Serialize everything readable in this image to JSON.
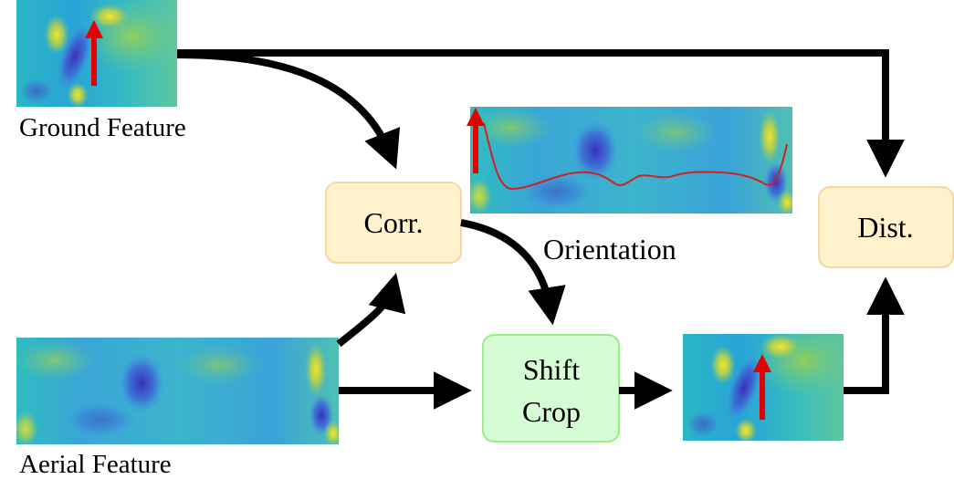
{
  "labels": {
    "ground": "Ground Feature",
    "aerial": "Aerial Feature",
    "orientation": "Orientation"
  },
  "nodes": {
    "corr": "Corr.",
    "shift_line1": "Shift",
    "shift_line2": "Crop",
    "dist": "Dist."
  },
  "colors": {
    "op_fill": "#fff2cc",
    "op_stroke": "#f5d7a1",
    "shift_fill": "#d5fcd2",
    "shift_stroke": "#9cec8c",
    "arrow": "#000000",
    "marker": "#e60000",
    "curve": "#cc2222"
  }
}
